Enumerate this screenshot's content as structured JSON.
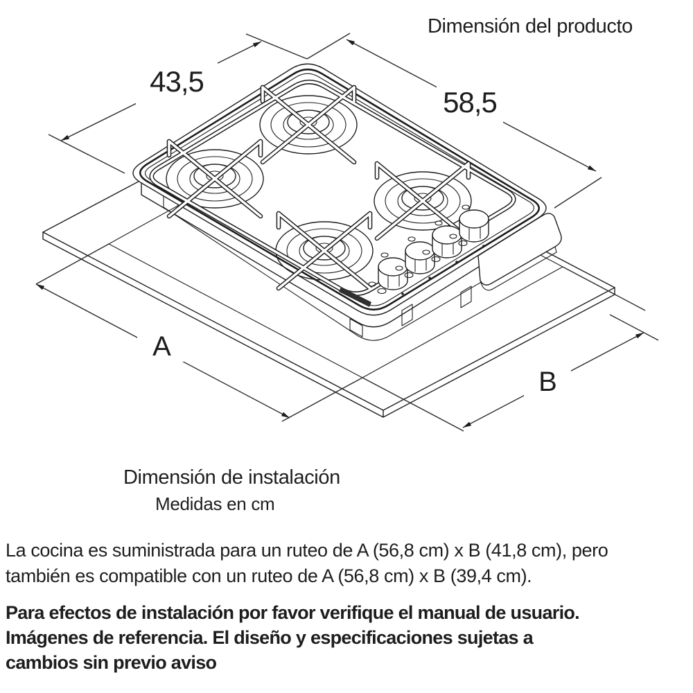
{
  "product_dimension": {
    "title": "Dimensión del producto",
    "width_cm": "43,5",
    "depth_cm": "58,5"
  },
  "installation_dimension": {
    "title": "Dimensión de instalación",
    "units_note": "Medidas en cm",
    "dim_a": "A",
    "dim_b": "B"
  },
  "notes": {
    "routing_lines": [
      "La cocina es suministrada para un ruteo de A (56,8 cm) x B (41,8 cm), pero",
      "también es compatible con un ruteo de A (56,8 cm) x B (39,4 cm)."
    ],
    "disclaimer_lines": [
      "Para efectos de instalación por favor verifique el manual de usuario.",
      "Imágenes de referencia. El diseño y especificaciones sujetas a",
      "cambios sin previo aviso"
    ]
  },
  "colors": {
    "line": "#1d1d1d",
    "text": "#1d1d1d",
    "background": "#ffffff",
    "brand_bar": "#2f2f2f"
  }
}
